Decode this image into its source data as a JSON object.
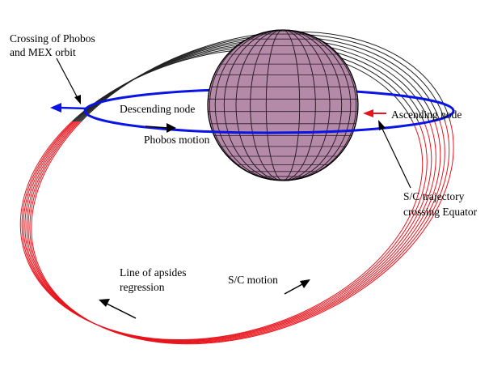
{
  "labels": {
    "crossing_line1": "Crossing of Phobos",
    "crossing_line2": "and MEX orbit",
    "descending_node": "Descending node",
    "ascending_node": "Ascending node",
    "phobos_motion": "Phobos motion",
    "sc_crossing_line1": "S/C trajectory",
    "sc_crossing_line2": "crossing Equator",
    "apsides_line1": "Line of apsides",
    "apsides_line2": "regression",
    "sc_motion": "S/C motion"
  },
  "colors": {
    "planet_fill": "#b48aa8",
    "planet_grid": "#2a1a26",
    "phobos_orbit": "#0a14e6",
    "sc_orbit_south": "#e8141c",
    "sc_orbit_north": "#222222",
    "arrows": "#000000"
  },
  "diagram": {
    "sc_orbit_count": 8,
    "planet_grid_meridians": 14,
    "planet_grid_parallels": 19
  }
}
